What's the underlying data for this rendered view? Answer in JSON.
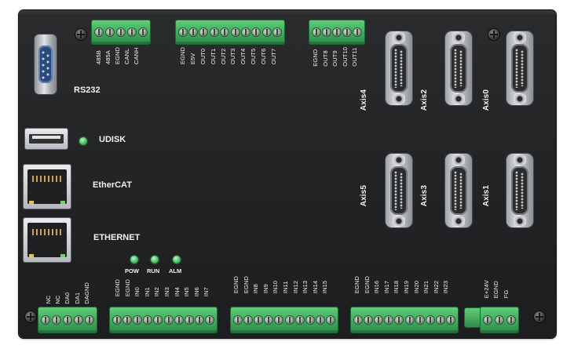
{
  "labels": {
    "rs232": "RS232",
    "udisk": "UDISK",
    "ethercat": "EtherCAT",
    "ethernet": "ETHERNET",
    "pow": "POW",
    "run": "RUN",
    "alm": "ALM"
  },
  "can_485_pins": [
    "485B",
    "485A",
    "EGND",
    "CANL",
    "CANH"
  ],
  "out_block_1_pins": [
    "EGND",
    "E5V",
    "OUT0",
    "OUT1",
    "OUT2",
    "OUT3",
    "OUT4",
    "OUT5",
    "OUT6",
    "OUT7"
  ],
  "out_block_2_pins": [
    "EGND",
    "OUT8",
    "OUT9",
    "OUT10",
    "OUT11"
  ],
  "axes": {
    "axis0": "Axis0",
    "axis1": "Axis1",
    "axis2": "Axis2",
    "axis3": "Axis3",
    "axis4": "Axis4",
    "axis5": "Axis5"
  },
  "da_pins": [
    "NC",
    "NC",
    "DA0",
    "DA1",
    "DAGND"
  ],
  "in_block_1_pins": [
    "EGND",
    "EGND",
    "IN0",
    "IN1",
    "IN2",
    "IN3",
    "IN4",
    "IN5",
    "IN6",
    "IN7"
  ],
  "in_block_2_pins": [
    "EGND",
    "EGND",
    "IN8",
    "IN9",
    "IN10",
    "IN11",
    "IN12",
    "IN13",
    "IN14",
    "IN15"
  ],
  "in_block_3_pins": [
    "EGND",
    "EGND",
    "IN16",
    "IN17",
    "IN18",
    "IN19",
    "IN20",
    "IN21",
    "IN22",
    "IN23"
  ],
  "power_pins": [
    "E+24V",
    "EGND",
    "FG"
  ],
  "colors": {
    "board": "#232426",
    "terminal_green": "#3fae5d",
    "led_green": "#41c35f",
    "text": "#f2f2f2"
  }
}
